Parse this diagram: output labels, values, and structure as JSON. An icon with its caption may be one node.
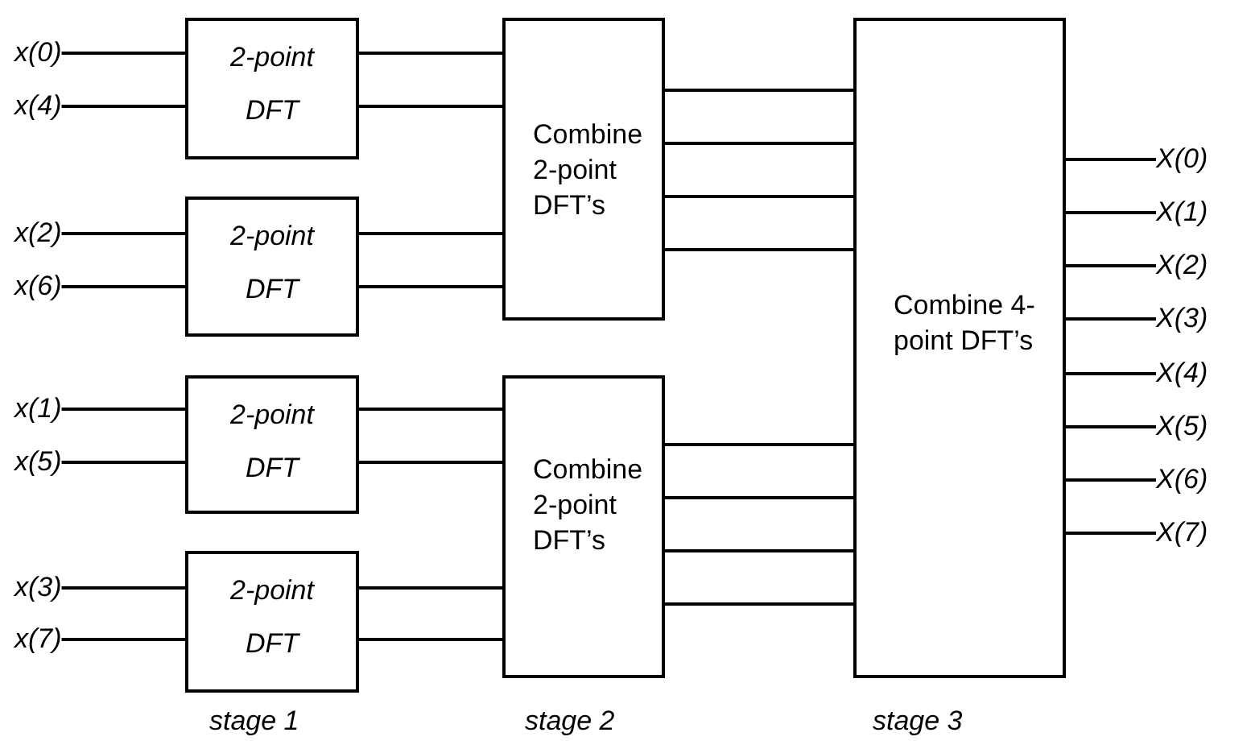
{
  "diagram": {
    "nodes": [
      {
        "text": [
          "x(0)"
        ]
      },
      {
        "text": [
          "x(4)"
        ]
      },
      {
        "text": [
          "x(2)"
        ]
      },
      {
        "text": [
          "x(6)"
        ]
      },
      {
        "text": [
          "x(1)"
        ]
      },
      {
        "text": [
          "x(5)"
        ]
      },
      {
        "text": [
          "x(3)"
        ]
      },
      {
        "text": [
          "x(7)"
        ]
      },
      {
        "text": [
          "2-point DFT"
        ]
      },
      {
        "text": [
          "2-point DFT"
        ]
      },
      {
        "text": [
          "2-point DFT"
        ]
      },
      {
        "text": [
          "2-point DFT"
        ]
      },
      {
        "text": [
          "Combine 2-point DFT’s"
        ]
      },
      {
        "text": [
          "Combine 2-point DFT’s"
        ]
      },
      {
        "text": [
          "Combine 4-point DFT’s"
        ]
      },
      {
        "text": [
          "X(0)"
        ]
      },
      {
        "text": [
          "X(1)"
        ]
      },
      {
        "text": [
          "X(2)"
        ]
      },
      {
        "text": [
          "X(3)"
        ]
      },
      {
        "text": [
          "X(4)"
        ]
      },
      {
        "text": [
          "X(5)"
        ]
      },
      {
        "text": [
          "X(6)"
        ]
      },
      {
        "text": [
          "X(7)"
        ]
      }
    ],
    "edges": [
      {
        "from": 0,
        "to": 8,
        "arrow": "none"
      },
      {
        "from": 1,
        "to": 8,
        "arrow": "none"
      },
      {
        "from": 2,
        "to": 9,
        "arrow": "none"
      },
      {
        "from": 3,
        "to": 9,
        "arrow": "none"
      },
      {
        "from": 4,
        "to": 10,
        "arrow": "none"
      },
      {
        "from": 5,
        "to": 10,
        "arrow": "none"
      },
      {
        "from": 6,
        "to": 11,
        "arrow": "none"
      },
      {
        "from": 7,
        "to": 11,
        "arrow": "none"
      },
      {
        "from": 8,
        "to": 12,
        "arrow": "none"
      },
      {
        "from": 8,
        "to": 12,
        "arrow": "none"
      },
      {
        "from": 9,
        "to": 12,
        "arrow": "none"
      },
      {
        "from": 9,
        "to": 12,
        "arrow": "none"
      },
      {
        "from": 10,
        "to": 13,
        "arrow": "none"
      },
      {
        "from": 10,
        "to": 13,
        "arrow": "none"
      },
      {
        "from": 11,
        "to": 13,
        "arrow": "none"
      },
      {
        "from": 11,
        "to": 13,
        "arrow": "none"
      },
      {
        "from": 12,
        "to": 14,
        "arrow": "none"
      },
      {
        "from": 12,
        "to": 14,
        "arrow": "none"
      },
      {
        "from": 12,
        "to": 14,
        "arrow": "none"
      },
      {
        "from": 12,
        "to": 14,
        "arrow": "none"
      },
      {
        "from": 13,
        "to": 14,
        "arrow": "none"
      },
      {
        "from": 13,
        "to": 14,
        "arrow": "none"
      },
      {
        "from": 13,
        "to": 14,
        "arrow": "none"
      },
      {
        "from": 13,
        "to": 14,
        "arrow": "none"
      },
      {
        "from": 14,
        "to": 15,
        "arrow": "none"
      },
      {
        "from": 14,
        "to": 16,
        "arrow": "none"
      },
      {
        "from": 14,
        "to": 17,
        "arrow": "none"
      },
      {
        "from": 14,
        "to": 18,
        "arrow": "none"
      },
      {
        "from": 14,
        "to": 19,
        "arrow": "none"
      },
      {
        "from": 14,
        "to": 20,
        "arrow": "none"
      },
      {
        "from": 14,
        "to": 21,
        "arrow": "none"
      },
      {
        "from": 14,
        "to": 22,
        "arrow": "none"
      }
    ],
    "labels": [
      "stage 1",
      "stage 2",
      "stage 3"
    ]
  }
}
